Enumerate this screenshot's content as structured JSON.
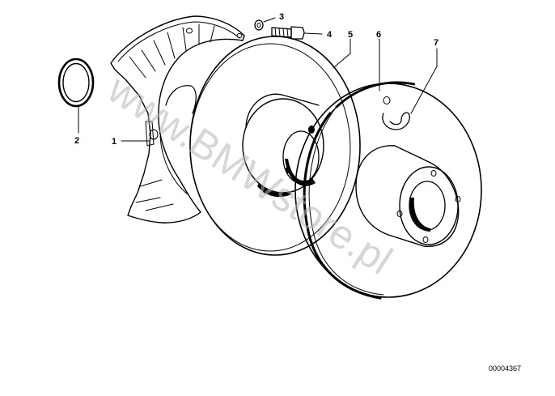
{
  "callouts": [
    {
      "id": "1",
      "label": "1"
    },
    {
      "id": "2",
      "label": "2"
    },
    {
      "id": "3",
      "label": "3"
    },
    {
      "id": "4",
      "label": "4"
    },
    {
      "id": "5",
      "label": "5"
    },
    {
      "id": "6",
      "label": "6"
    },
    {
      "id": "7",
      "label": "7"
    }
  ],
  "reference_code": "00004367",
  "watermark_text": "www.BMWstore.pl",
  "colors": {
    "line": "#000000",
    "background": "#ffffff",
    "watermark": "#b5b5b5"
  }
}
